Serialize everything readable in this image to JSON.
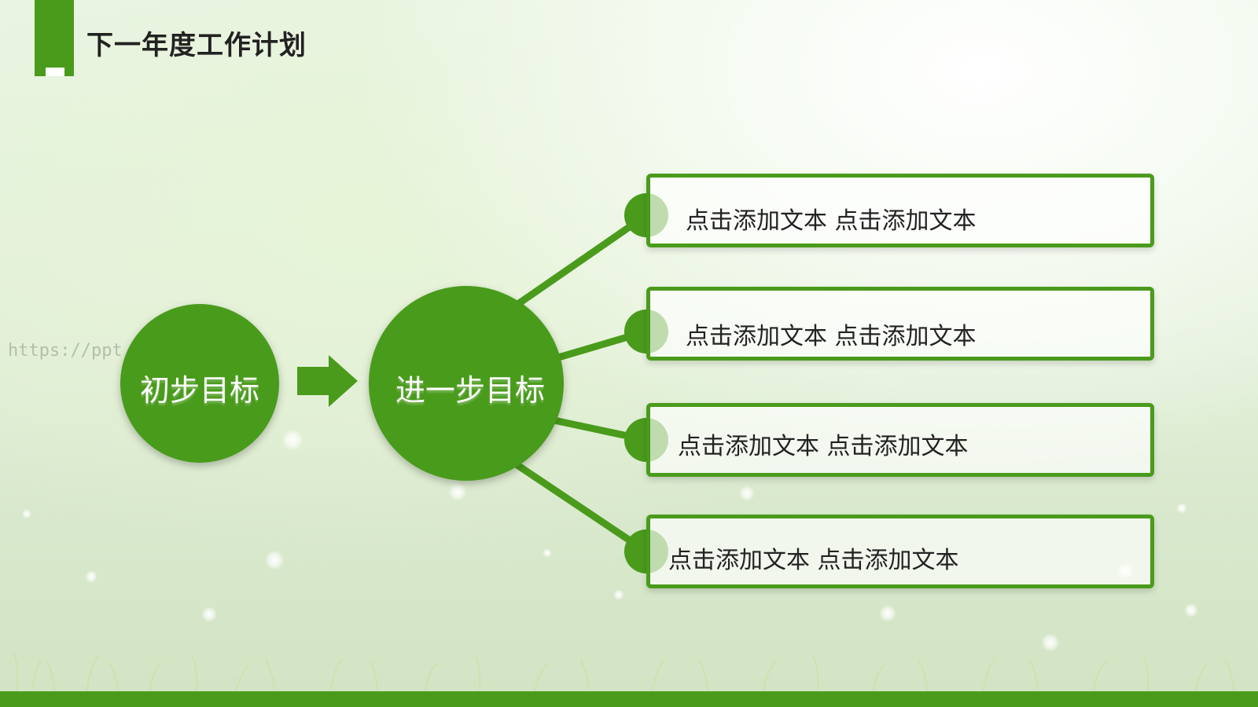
{
  "slide": {
    "title": "下一年度工作计划",
    "watermark": "https://ppt.ikil/de"
  },
  "diagram": {
    "start_circle": {
      "label": "初步目标"
    },
    "next_circle": {
      "label": "进一步目标"
    },
    "items": [
      {
        "text": "点击添加文本 点击添加文本"
      },
      {
        "text": "点击添加文本 点击添加文本"
      },
      {
        "text": "点击添加文本 点击添加文本"
      },
      {
        "text": "点击添加文本 点击添加文本"
      }
    ]
  },
  "colors": {
    "accent": "#4a9b1c",
    "text": "#222222",
    "white": "#ffffff"
  },
  "icons": {
    "arrow": "right-arrow-icon"
  }
}
